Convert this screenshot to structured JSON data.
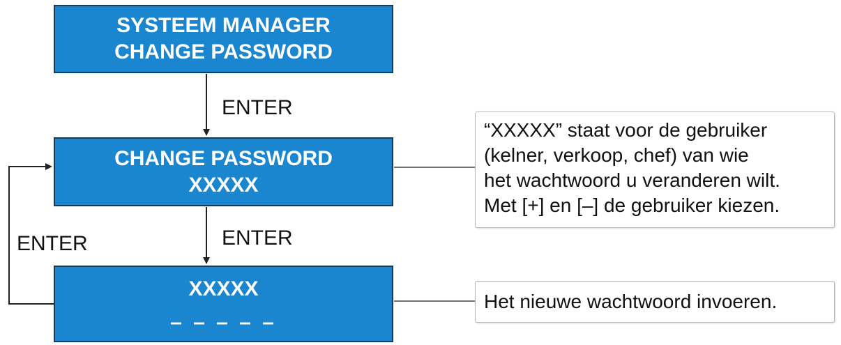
{
  "boxes": [
    {
      "lines": [
        "SYSTEEM MANAGER",
        "CHANGE PASSWORD"
      ]
    },
    {
      "lines": [
        "CHANGE PASSWORD",
        "XXXXX"
      ]
    },
    {
      "lines": [
        "XXXXX",
        "– – – – –"
      ]
    }
  ],
  "arrow_labels": {
    "enter_1": "ENTER",
    "enter_2": "ENTER",
    "enter_back": "ENTER"
  },
  "notes": {
    "note_1": [
      "“XXXXX” staat voor de gebruiker",
      "(kelner, verkoop, chef) van wie",
      "het wachtwoord u veranderen wilt.",
      "Met [+] en [–] de gebruiker kiezen."
    ],
    "note_2": "Het nieuwe wachtwoord invoeren."
  },
  "colors": {
    "box_fill": "#1a86cf",
    "box_border": "#0a3d6b",
    "text_on_box": "#ffffff"
  }
}
